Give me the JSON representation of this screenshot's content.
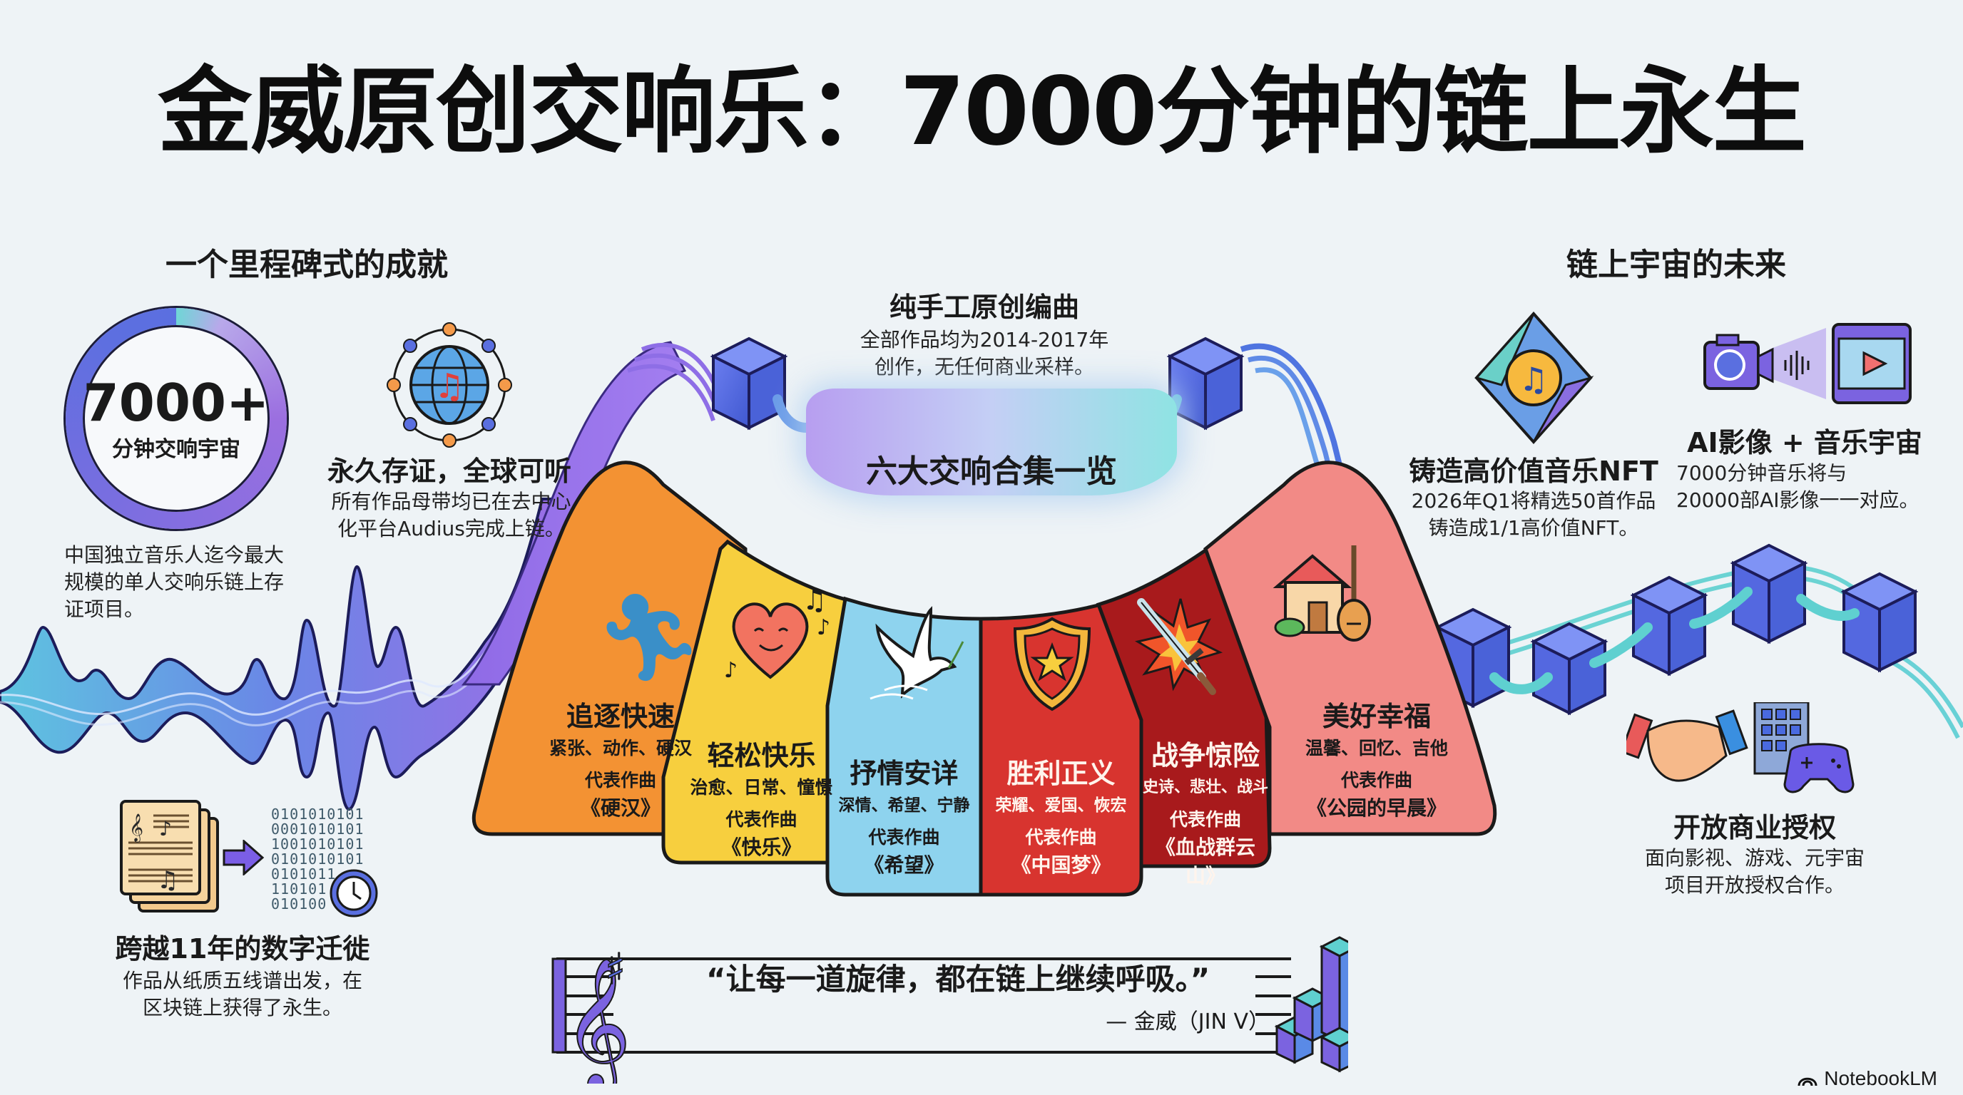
{
  "title": "金威原创交响乐：7000分钟的链上永生",
  "left_section": {
    "heading": "一个里程碑式的成就",
    "ring": {
      "value": "7000+",
      "label": "分钟交响宇宙",
      "caption": "中国独立音乐人迄今最大规模的单人交响乐链上存证项目。"
    },
    "storage": {
      "icon": "globe-music-network-icon",
      "title": "永久存证，全球可听",
      "desc": "所有作品母带均已在去中心化平台Audius完成上链。"
    },
    "migration": {
      "icon_left": "sheet-music-icon",
      "icon_arrow": "arrow-right-icon",
      "icon_right": "binary-clock-icon",
      "binary_lines": [
        "0101010101",
        "0001010101",
        "1001010101",
        "0101010101",
        "0101011",
        "110101",
        "010100"
      ],
      "title": "跨越11年的数字迁徙",
      "desc": "作品从纸质五线谱出发，在区块链上获得了永生。"
    }
  },
  "center_section": {
    "handmade": {
      "title": "纯手工原创编曲",
      "desc_line1": "全部作品均为2014-2017年",
      "desc_line2": "创作，无任何商业采样。"
    },
    "banner": "六大交响合集一览",
    "collections": [
      {
        "name": "追逐快速",
        "tags": "紧张、动作、硬汉",
        "rep_label": "代表作曲",
        "song": "《硬汉》",
        "color": "#f39233",
        "icon": "running-person-icon"
      },
      {
        "name": "轻松快乐",
        "tags": "治愈、日常、憧憬",
        "rep_label": "代表作曲",
        "song": "《快乐》",
        "color": "#f7cf3e",
        "icon": "smiling-heart-music-icon"
      },
      {
        "name": "抒情安详",
        "tags": "深情、希望、宁静",
        "rep_label": "代表作曲",
        "song": "《希望》",
        "color": "#8ed3ee",
        "icon": "peace-dove-icon"
      },
      {
        "name": "胜利正义",
        "tags": "荣耀、爱国、恢宏",
        "rep_label": "代表作曲",
        "song": "《中国梦》",
        "color": "#d8342f",
        "icon": "star-shield-icon"
      },
      {
        "name": "战争惊险",
        "tags": "史诗、悲壮、战斗",
        "rep_label": "代表作曲",
        "song": "《血战群云山》",
        "color": "#a81a1c",
        "icon": "sword-explosion-icon"
      },
      {
        "name": "美好幸福",
        "tags": "温馨、回忆、吉他",
        "rep_label": "代表作曲",
        "song": "《公园的早晨》",
        "color": "#f28a86",
        "icon": "house-guitar-icon"
      }
    ],
    "quote": {
      "text": "“让每一道旋律，都在链上继续呼吸。”",
      "author": "— 金威（JIN V）"
    }
  },
  "right_section": {
    "heading": "链上宇宙的未来",
    "nft": {
      "icon": "diamond-music-nft-icon",
      "title": "铸造高价值音乐NFT",
      "desc_line1": "2026年Q1将精选50首作品",
      "desc_line2": "铸造成1/1高价值NFT。"
    },
    "ai_video": {
      "icon": "camera-to-video-icon",
      "title": "AI影像 + 音乐宇宙",
      "desc_line1": "7000分钟音乐将与",
      "desc_line2": "20000部AI影像一一对应。"
    },
    "licensing": {
      "icon": "handshake-building-gamepad-icon",
      "title": "开放商业授权",
      "desc_line1": "面向影视、游戏、元宇宙",
      "desc_line2": "项目开放授权合作。"
    }
  },
  "branding": {
    "logo_text": "NotebookLM"
  },
  "colors": {
    "background": "#eef3f6",
    "accent_purple": "#7b63e0",
    "accent_blue": "#4f74e0",
    "accent_teal": "#5fd0d0"
  }
}
